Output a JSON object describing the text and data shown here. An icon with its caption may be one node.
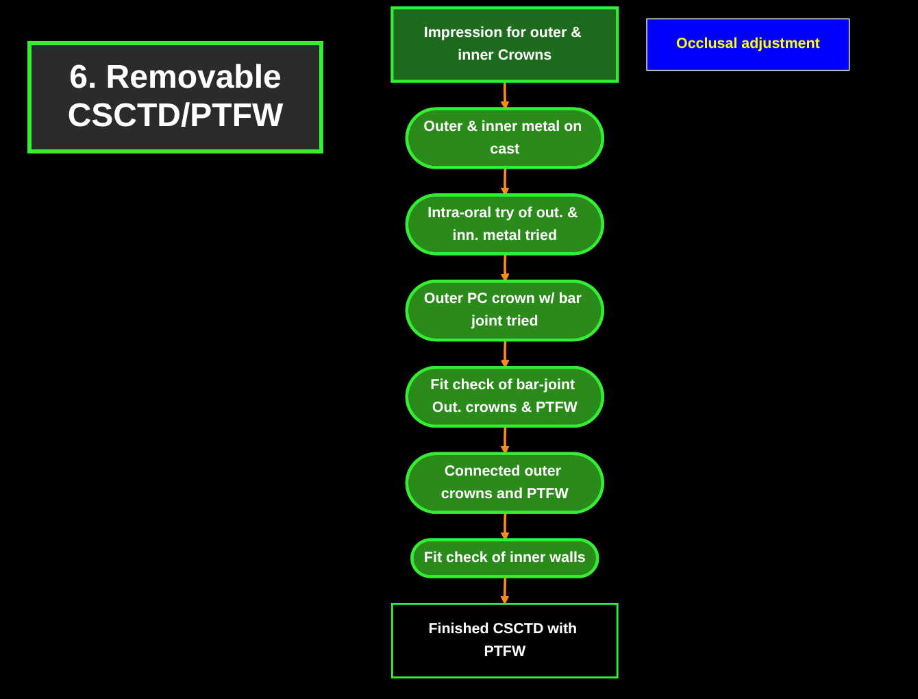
{
  "diagram": {
    "title": "6. Removable CSCTD/PTFW",
    "nodes": [
      {
        "text": [
          "Impression for outer & inner Crowns"
        ]
      },
      {
        "text": [
          "Outer & inner metal on cast"
        ]
      },
      {
        "text": [
          "Finished CSCTD with PTFW"
        ]
      },
      {
        "text": [
          "Fit check of inner walls"
        ]
      },
      {
        "text": [
          "Intra-oral try of out. & inn. metal tried"
        ]
      },
      {
        "text": [
          "Connected outer crowns and PTFW"
        ]
      },
      {
        "text": [
          "Occlusal adjustment"
        ]
      },
      {
        "text": [
          "Outer PC crown w/ bar joint tried"
        ]
      },
      {
        "text": [
          "Fit check of bar-joint Out. crowns & PTFW"
        ]
      }
    ],
    "edges": [
      {
        "from": 0,
        "to": 1,
        "arrow": "to"
      },
      {
        "from": 1,
        "to": 4,
        "arrow": "to"
      },
      {
        "from": 4,
        "to": 7,
        "arrow": "to"
      },
      {
        "from": 7,
        "to": 8,
        "arrow": "to"
      },
      {
        "from": 8,
        "to": 5,
        "arrow": "to"
      },
      {
        "from": 5,
        "to": 3,
        "arrow": "to"
      },
      {
        "from": 3,
        "to": 2,
        "arrow": "to"
      }
    ]
  }
}
